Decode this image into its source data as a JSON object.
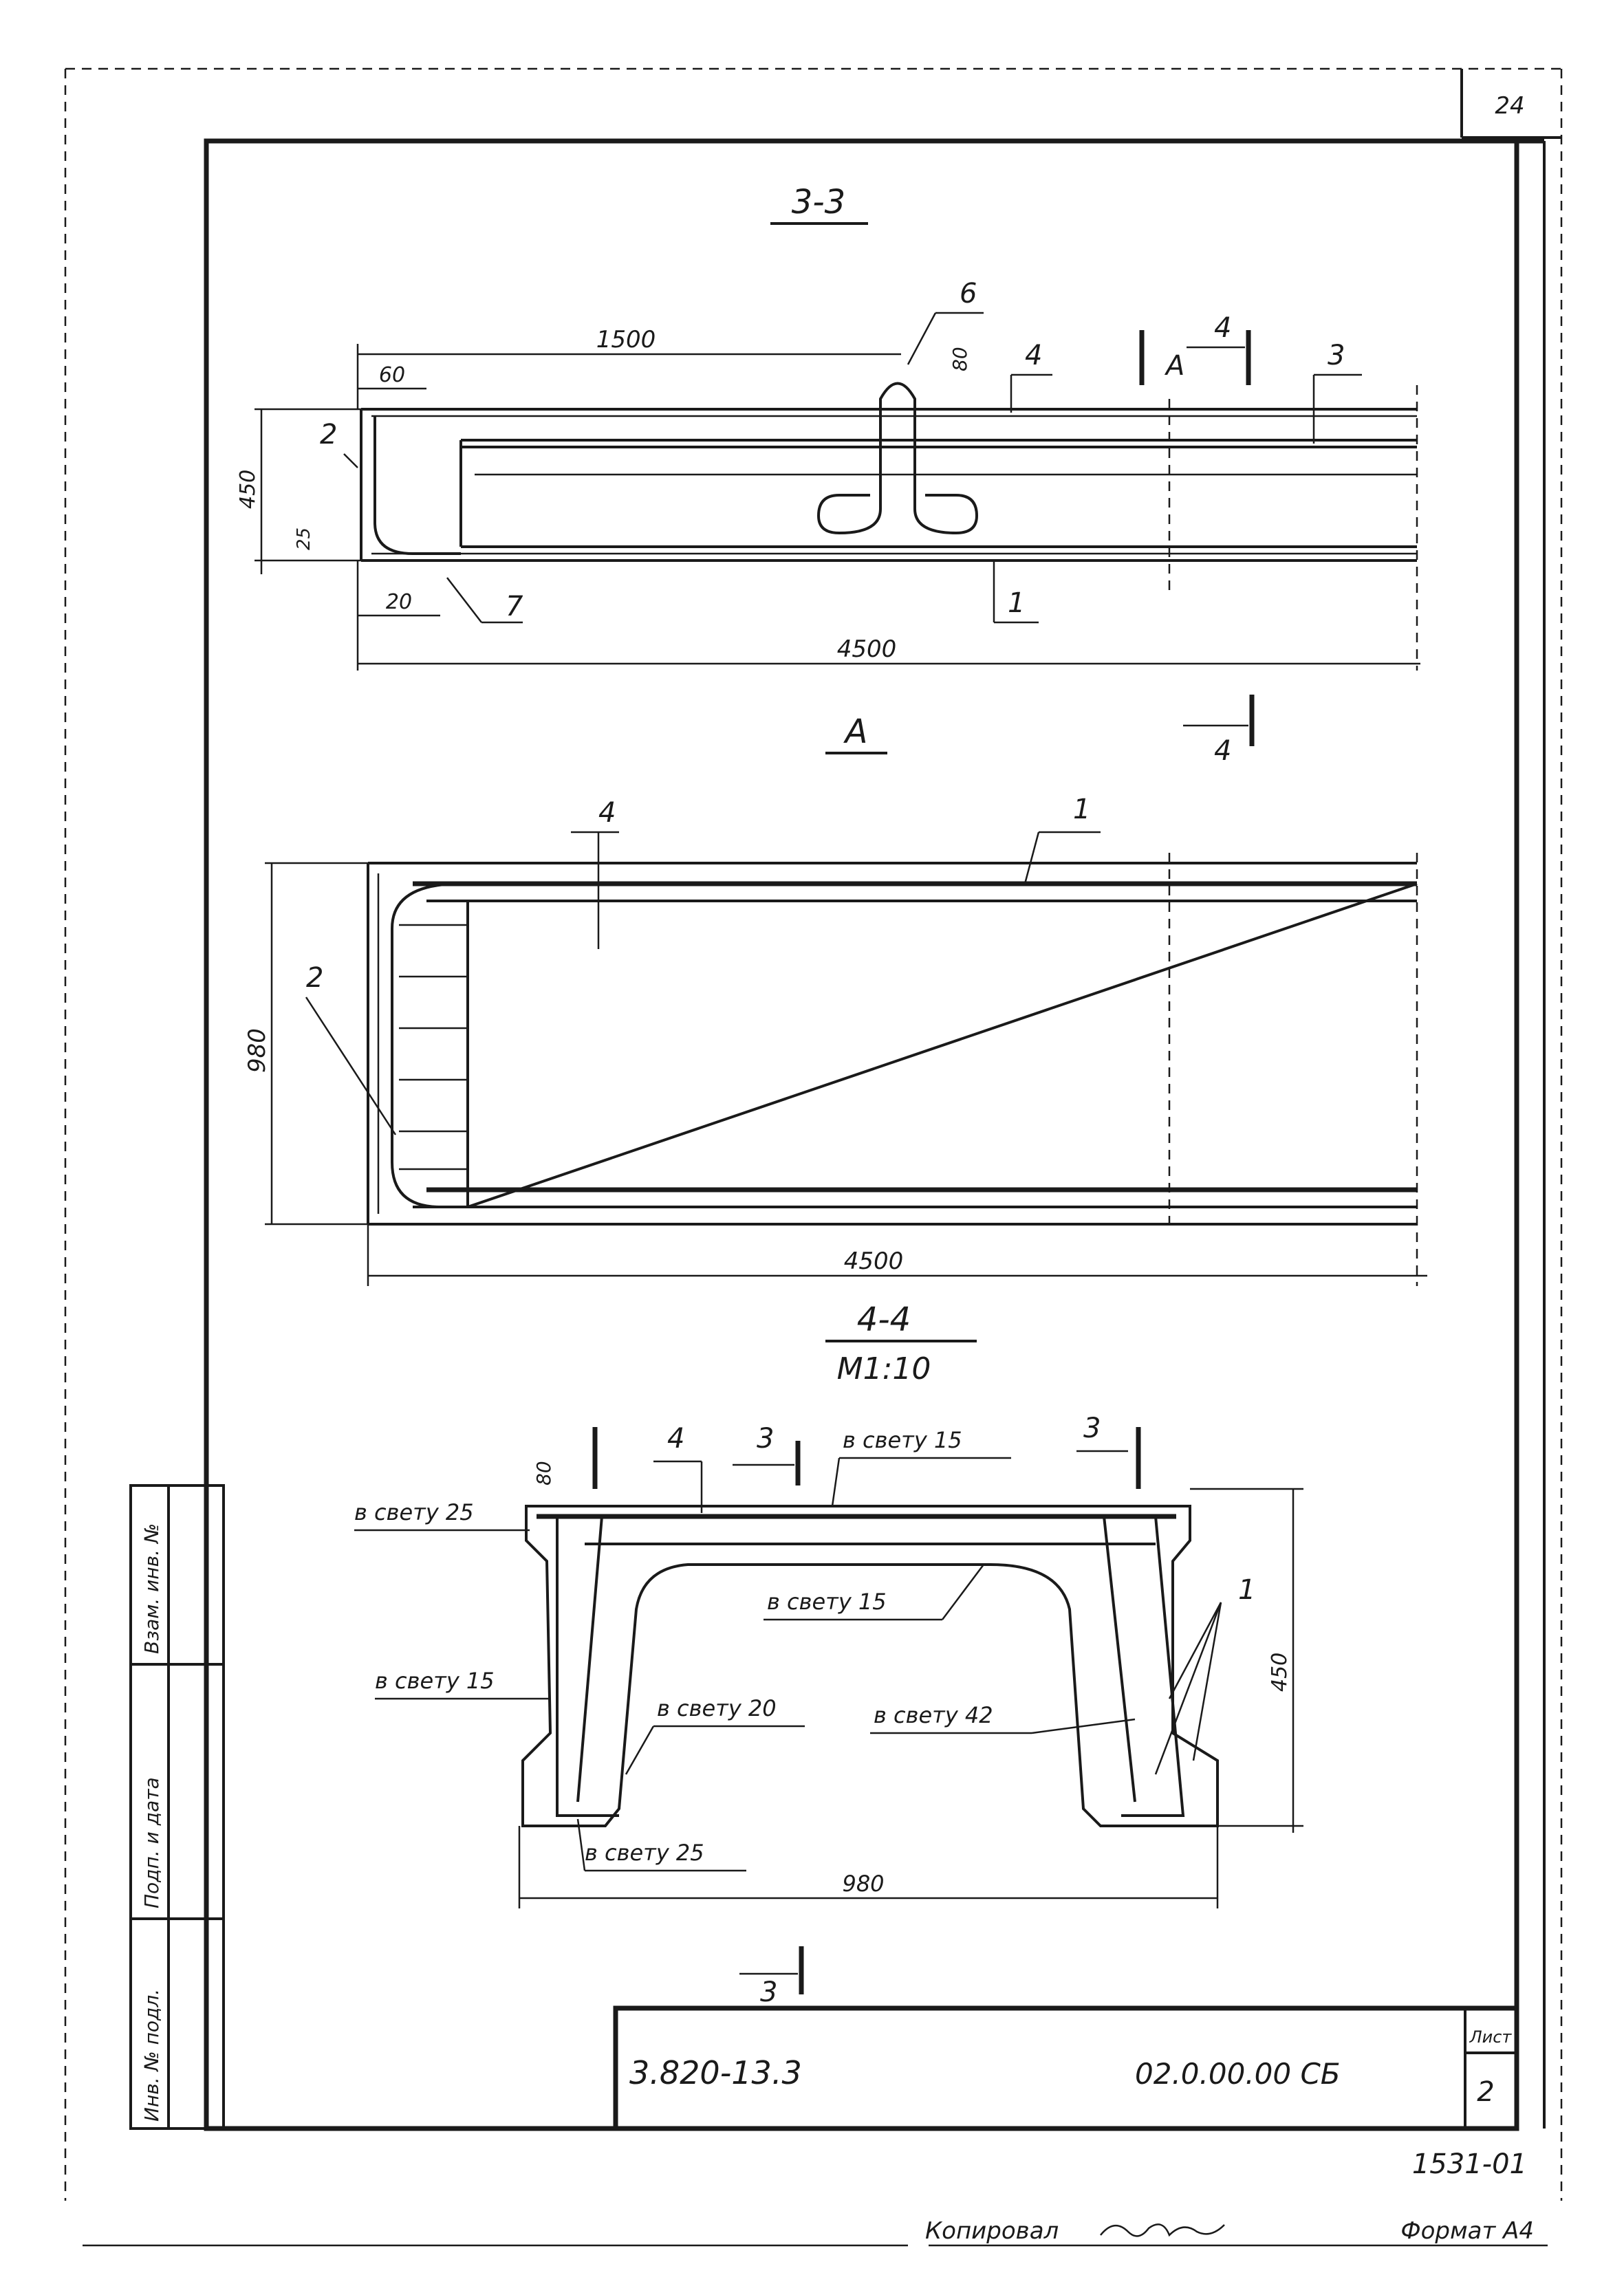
{
  "sheet": {
    "number": "24",
    "copied_by": "Копировал",
    "format": "Формат А4",
    "archive_no": "1531-01"
  },
  "sections": {
    "s33": {
      "title": "3-3",
      "dims": {
        "d1500": "1500",
        "d60": "60",
        "d80": "80",
        "d450": "450",
        "d25": "25",
        "d20": "20",
        "d4500": "4500"
      },
      "positions": {
        "p2": "2",
        "p7": "7",
        "p6": "6",
        "p4": "4",
        "p3": "3",
        "p1": "1"
      },
      "cut": {
        "A": "А",
        "n4": "4"
      }
    },
    "viewA": {
      "title": "А",
      "cut_n4": "4",
      "dims": {
        "d980": "980",
        "d4500": "4500"
      },
      "positions": {
        "p4": "4",
        "p1": "1",
        "p2": "2"
      }
    },
    "s44": {
      "title": "4-4",
      "scale": "М1:10",
      "dims": {
        "d80": "80",
        "d450": "450",
        "d980": "980"
      },
      "positions": {
        "p4": "4",
        "p3a": "3",
        "p3b": "3",
        "p1": "1",
        "p3c": "3"
      },
      "notes": {
        "n_top15": "в свету 15",
        "n_left25": "в свету 25",
        "n_mid15": "в свету 15",
        "n_left15": "в свету 15",
        "n_20": "в свету 20",
        "n_42": "в свету 42",
        "n_bot25": "в свету 25"
      }
    }
  },
  "side_stamp": {
    "cells": [
      "Инв. № подл.",
      "Подп. и дата",
      "Взам. инв. №"
    ]
  },
  "title_block": {
    "code": "3.820-13.3",
    "doc": "02.0.00.00 СБ",
    "sheet_label": "Лист",
    "sheet_value": "2"
  }
}
